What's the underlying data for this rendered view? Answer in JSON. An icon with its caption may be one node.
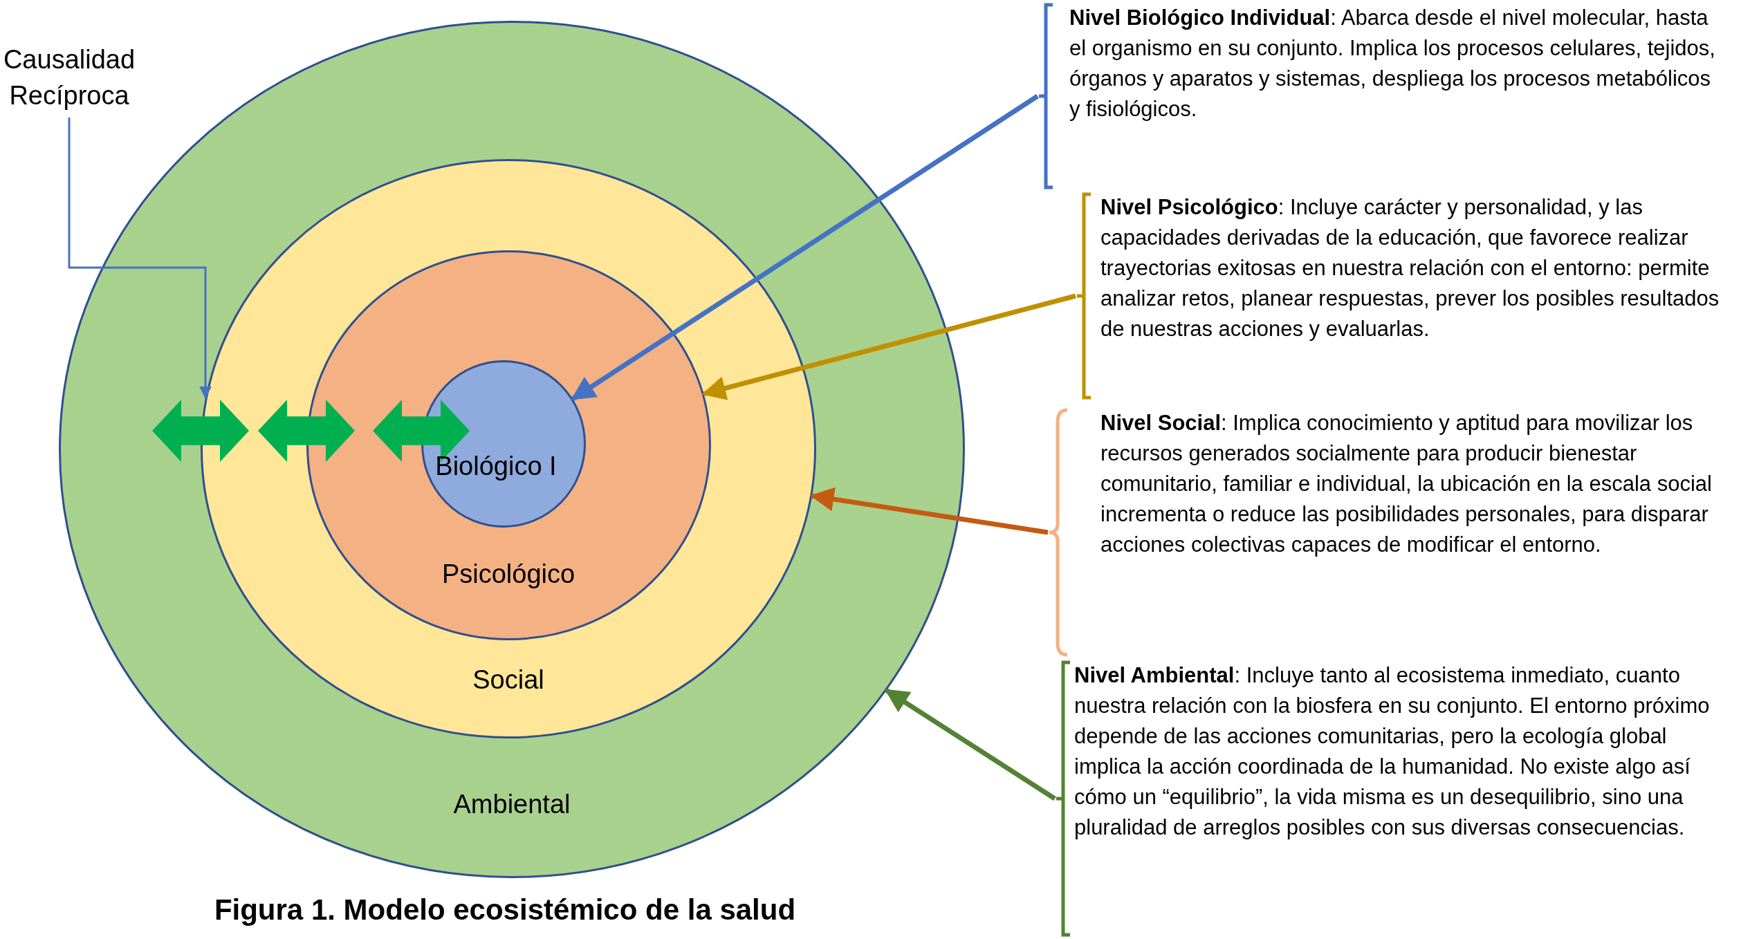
{
  "diagram": {
    "caption": "Figura 1. Modelo ecosistémico de la salud",
    "nodes": [
      {
        "text": [
          "Ambiental"
        ]
      },
      {
        "text": [
          "Social"
        ],
        "in": 0
      },
      {
        "text": [
          "Psicológico"
        ],
        "in": 1
      },
      {
        "text": [
          "Biológico I"
        ],
        "in": 2
      },
      {
        "text": [
          "Causalidad Recíproca"
        ]
      },
      {
        "text": [
          "**Nivel Biológico Individual**: Abarca desde el nivel molecular, hasta el organismo en su conjunto. Implica los procesos celulares, tejidos, órganos y aparatos y sistemas, despliega los procesos metabólicos y fisiológicos."
        ]
      },
      {
        "text": [
          "**Nivel Psicológico**: Incluye carácter y personalidad, y las capacidades derivadas de la educación, que favorece realizar trayectorias exitosas en nuestra relación con el entorno: permite analizar retos, planear respuestas, prever los posibles resultados de nuestras acciones y evaluarlas."
        ]
      },
      {
        "text": [
          "**Nivel Social**: Implica conocimiento y aptitud para movilizar los recursos generados socialmente para producir bienestar comunitario, familiar e individual, la ubicación  en la escala social incrementa o reduce las posibilidades personales, para disparar acciones colectivas capaces de modificar el entorno."
        ]
      },
      {
        "text": [
          "**Nivel Ambiental**: Incluye tanto al ecosistema inmediato, cuanto nuestra relación con la biosfera en su conjunto. El entorno próximo depende de las acciones comunitarias, pero la ecología global implica la acción coordinada de la humanidad. No existe algo así cómo un “equilibrio”, la vida misma es un desequilibrio, sino una pluralidad de arreglos posibles con sus diversas consecuencias."
        ]
      }
    ],
    "edges": [
      {
        "from": 4,
        "to": 1,
        "arrow": "to",
        "color": "#4472c4"
      },
      {
        "from": 5,
        "to": 3,
        "arrow": "to",
        "color": "#4472c4"
      },
      {
        "from": 6,
        "to": 2,
        "arrow": "to",
        "color": "#bf9000"
      },
      {
        "from": 7,
        "to": 1,
        "arrow": "to",
        "color": "#c55a11"
      },
      {
        "from": 8,
        "to": 0,
        "arrow": "to",
        "color": "#548235"
      },
      {
        "from": 1,
        "to": 0,
        "arrow": "both",
        "style": "thick",
        "color": "#00b050"
      },
      {
        "from": 2,
        "to": 1,
        "arrow": "both",
        "style": "thick",
        "color": "#00b050"
      },
      {
        "from": 3,
        "to": 2,
        "arrow": "both",
        "style": "thick",
        "color": "#00b050"
      }
    ]
  }
}
